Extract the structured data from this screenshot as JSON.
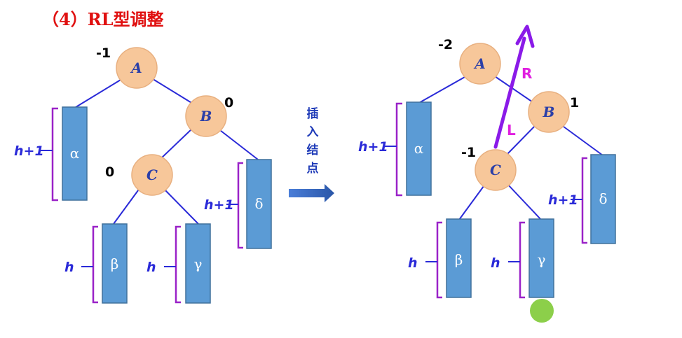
{
  "title": "（4）RL型调整",
  "arrow_text": [
    "插",
    "入",
    "结",
    "点"
  ],
  "colors": {
    "title": "#e01010",
    "edge": "#2a2ad8",
    "node_fill": "#f7c79a",
    "node_stroke": "#e8b080",
    "subtree_fill": "#5b9bd5",
    "subtree_stroke": "#41719c",
    "bracket": "#9a22c8",
    "rotation_arrow": "#8a1ae8",
    "rotation_label": "#e020e0",
    "inserted_node": "#8ccf4a",
    "insert_arrow": "#2e62c0"
  },
  "left": {
    "nodes": {
      "A": "A",
      "B": "B",
      "C": "C"
    },
    "balance": {
      "A": "-1",
      "B": "0",
      "C": "0"
    },
    "subtrees": {
      "alpha": "α",
      "beta": "β",
      "gamma": "γ",
      "delta": "δ"
    },
    "heights": {
      "alpha": "h+1",
      "beta": "h",
      "gamma": "h",
      "delta": "h+1"
    }
  },
  "right": {
    "nodes": {
      "A": "A",
      "B": "B",
      "C": "C"
    },
    "balance": {
      "A": "-2",
      "B": "1",
      "C": "-1"
    },
    "subtrees": {
      "alpha": "α",
      "beta": "β",
      "gamma": "γ",
      "delta": "δ"
    },
    "heights": {
      "alpha": "h+1",
      "beta": "h",
      "gamma": "h",
      "delta": "h+1"
    },
    "rotation_labels": {
      "first": "L",
      "second": "R"
    }
  }
}
